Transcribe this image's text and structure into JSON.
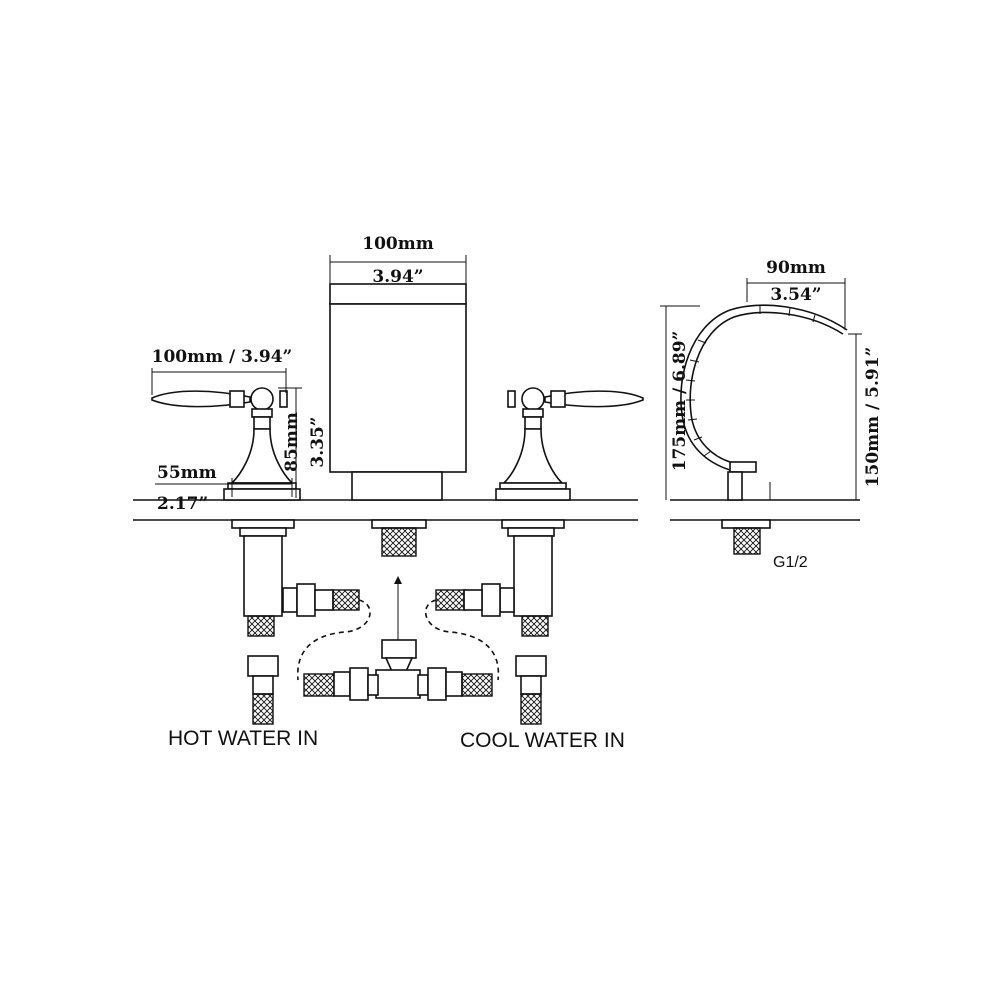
{
  "dimensions": {
    "spout_width_mm": "100mm",
    "spout_width_in": "3.94”",
    "handle_spread": "100mm / 3.94”",
    "handle_height_mm": "85mm",
    "handle_height_in": "3.35”",
    "base_width_mm": "55mm",
    "base_width_in": "2.17”",
    "side_reach_mm": "90mm",
    "side_reach_in": "3.54”",
    "side_total_height": "175mm / 6.89”",
    "side_spout_height": "150mm / 5.91”"
  },
  "labels": {
    "thread": "G1/2",
    "hot_water": "HOT WATER IN",
    "cool_water": "COOL WATER IN"
  },
  "colors": {
    "line": "#111111",
    "background": "#ffffff"
  }
}
